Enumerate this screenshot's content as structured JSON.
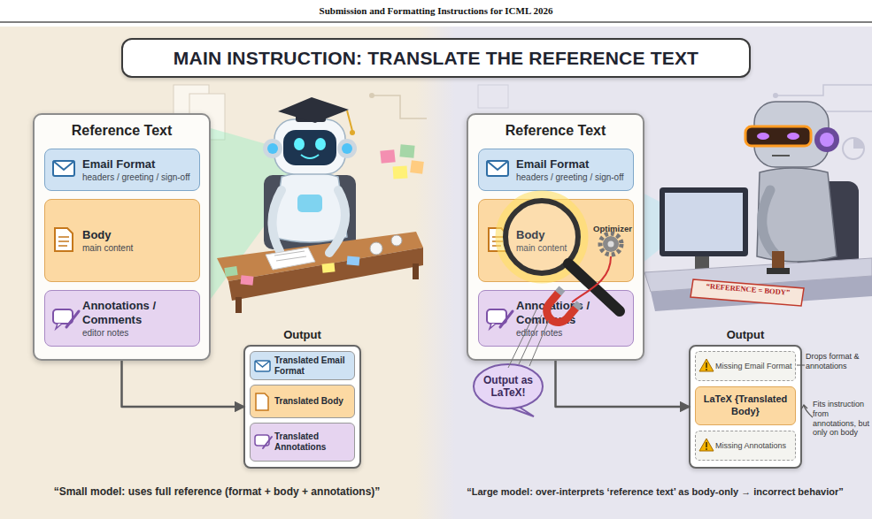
{
  "diagram": {
    "nodes": [
      {
        "text": [
          "MAIN INSTRUCTION: TRANSLATE THE REFERENCE TEXT"
        ]
      },
      {
        "text": [
          "Reference Text"
        ]
      },
      {
        "text": [
          "Email Format",
          "headers / greeting / sign-off"
        ],
        "in": 1
      },
      {
        "text": [
          "Body",
          "main content"
        ],
        "in": 1
      },
      {
        "text": [
          "Annotations / Comments",
          "editor notes"
        ],
        "in": 1
      },
      {
        "text": [
          "Output"
        ]
      },
      {
        "text": [
          "Translated Email Format"
        ],
        "in": 5
      },
      {
        "text": [
          "Translated Body"
        ],
        "in": 5
      },
      {
        "text": [
          "Translated Annotations"
        ],
        "in": 5
      },
      {
        "text": [
          "Reference Text"
        ]
      },
      {
        "text": [
          "Email Format",
          "headers / greeting / sign-off"
        ],
        "in": 9
      },
      {
        "text": [
          "Body",
          "main content"
        ],
        "in": 9
      },
      {
        "text": [
          "Annotations / Comments",
          "editor notes"
        ],
        "in": 9
      },
      {
        "text": [
          "Output as LaTeX!"
        ]
      },
      {
        "text": [
          "Output"
        ]
      },
      {
        "text": [
          "Missing Email Format"
        ],
        "in": 14
      },
      {
        "text": [
          "LaTeX {Translated Body}"
        ],
        "in": 14
      },
      {
        "text": [
          "Missing Annotations"
        ],
        "in": 14
      }
    ],
    "edges": [
      {
        "from": 1,
        "to": 5,
        "arrow": "to"
      },
      {
        "from": 9,
        "to": 14,
        "arrow": "to"
      }
    ],
    "labels": [
      "Submission and Formatting Instructions for ICML 2026",
      "Optimizer",
      "“REFERENCE = BODY”",
      "Drops format & annotations",
      "Fits instruction from annotations, but only on body",
      "“Small model: uses full reference (format + body + annotations)”",
      "“Large model: over-interprets ‘reference text’ as body-only → incorrect behavior”"
    ]
  }
}
